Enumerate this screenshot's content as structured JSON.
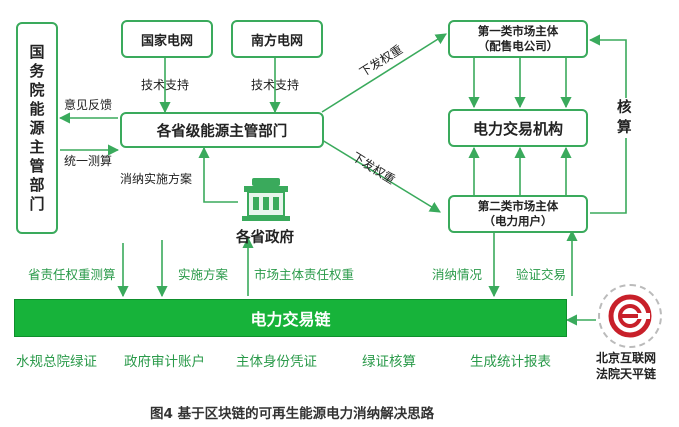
{
  "colors": {
    "accent": "#3aaa5c",
    "text": "#222222",
    "label_green": "#2a9a4a",
    "logo_red": "#c8202a"
  },
  "nodes": {
    "state_council": "国务院能源主管部门",
    "state_grid": "国家电网",
    "southern_grid": "南方电网",
    "provincial_energy": "各省级能源主管部门",
    "provincial_gov": "各省政府",
    "seller_title": "第一类市场主体",
    "seller_sub": "（配售电公司）",
    "exchange": "电力交易机构",
    "user_title": "第二类市场主体",
    "user_sub": "（电力用户）",
    "chain": "电力交易链",
    "audit_side": "核算"
  },
  "edges": {
    "tech_support_1": "技术支持",
    "tech_support_2": "技术支持",
    "feedback": "意见反馈",
    "unified_calc": "统一测算",
    "plan": "消纳实施方案",
    "issue_weight_1": "下发权重",
    "issue_weight_2": "下发权重"
  },
  "upper_labels": [
    "省责任权重测算",
    "实施方案",
    "市场主体责任权重",
    "消纳情况",
    "验证交易"
  ],
  "bottom_labels": [
    "水规总院绿证",
    "政府审计账户",
    "主体身份凭证",
    "绿证核算",
    "生成统计报表"
  ],
  "logo": {
    "name": "北京互联网法院天平链",
    "line1": "北京互联网",
    "line2": "法院天平链"
  },
  "caption": "图4  基于区块链的可再生能源电力消纳解决思路"
}
